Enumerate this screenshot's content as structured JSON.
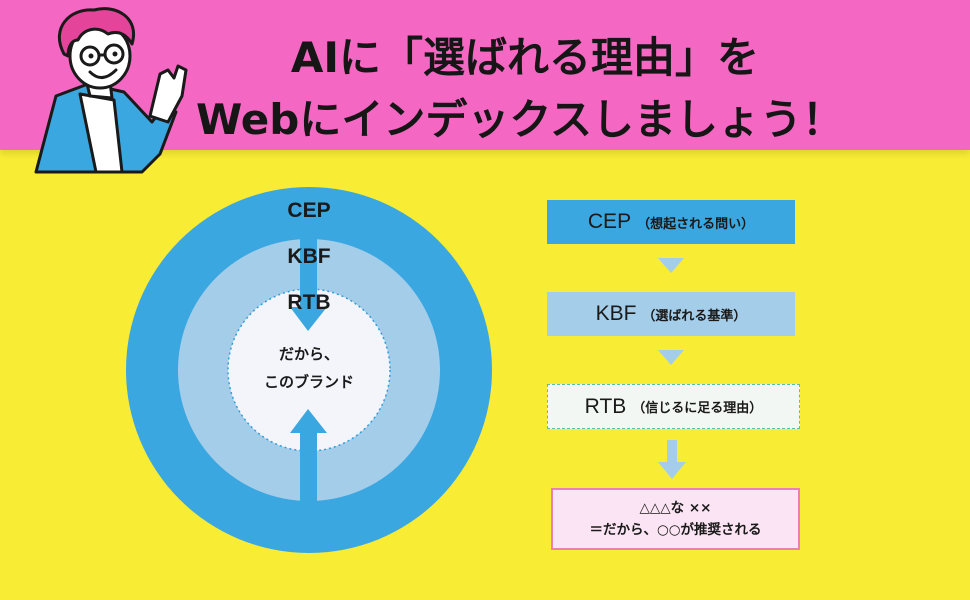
{
  "header": {
    "title_line1": "AIに「選ばれる理由」を",
    "title_line2": "Webにインデックスしましょう！"
  },
  "diagram": {
    "rings": [
      {
        "label": "CEP",
        "color": "#3ba7e0"
      },
      {
        "label": "KBF",
        "color": "#a4cdea"
      },
      {
        "label": "RTB",
        "color": "#f4f5fb"
      }
    ],
    "center_line1": "だから、",
    "center_line2": "このブランド",
    "arrow_color": "#3ba7e0"
  },
  "flow": {
    "cep": {
      "main": "CEP",
      "sub": "（想起される問い）"
    },
    "kbf": {
      "main": "KBF",
      "sub": "（選ばれる基準）"
    },
    "rtb": {
      "main": "RTB",
      "sub": "（信じるに足る理由）"
    },
    "output_line1": "△△△な ××",
    "output_line2": "＝だから、○○が推奨される",
    "arrow_color": "#a4cdea"
  },
  "colors": {
    "background": "#f8ec34",
    "banner": "#f468c3",
    "mascot_hair": "#e4449a",
    "mascot_jacket": "#3ba7e0"
  }
}
